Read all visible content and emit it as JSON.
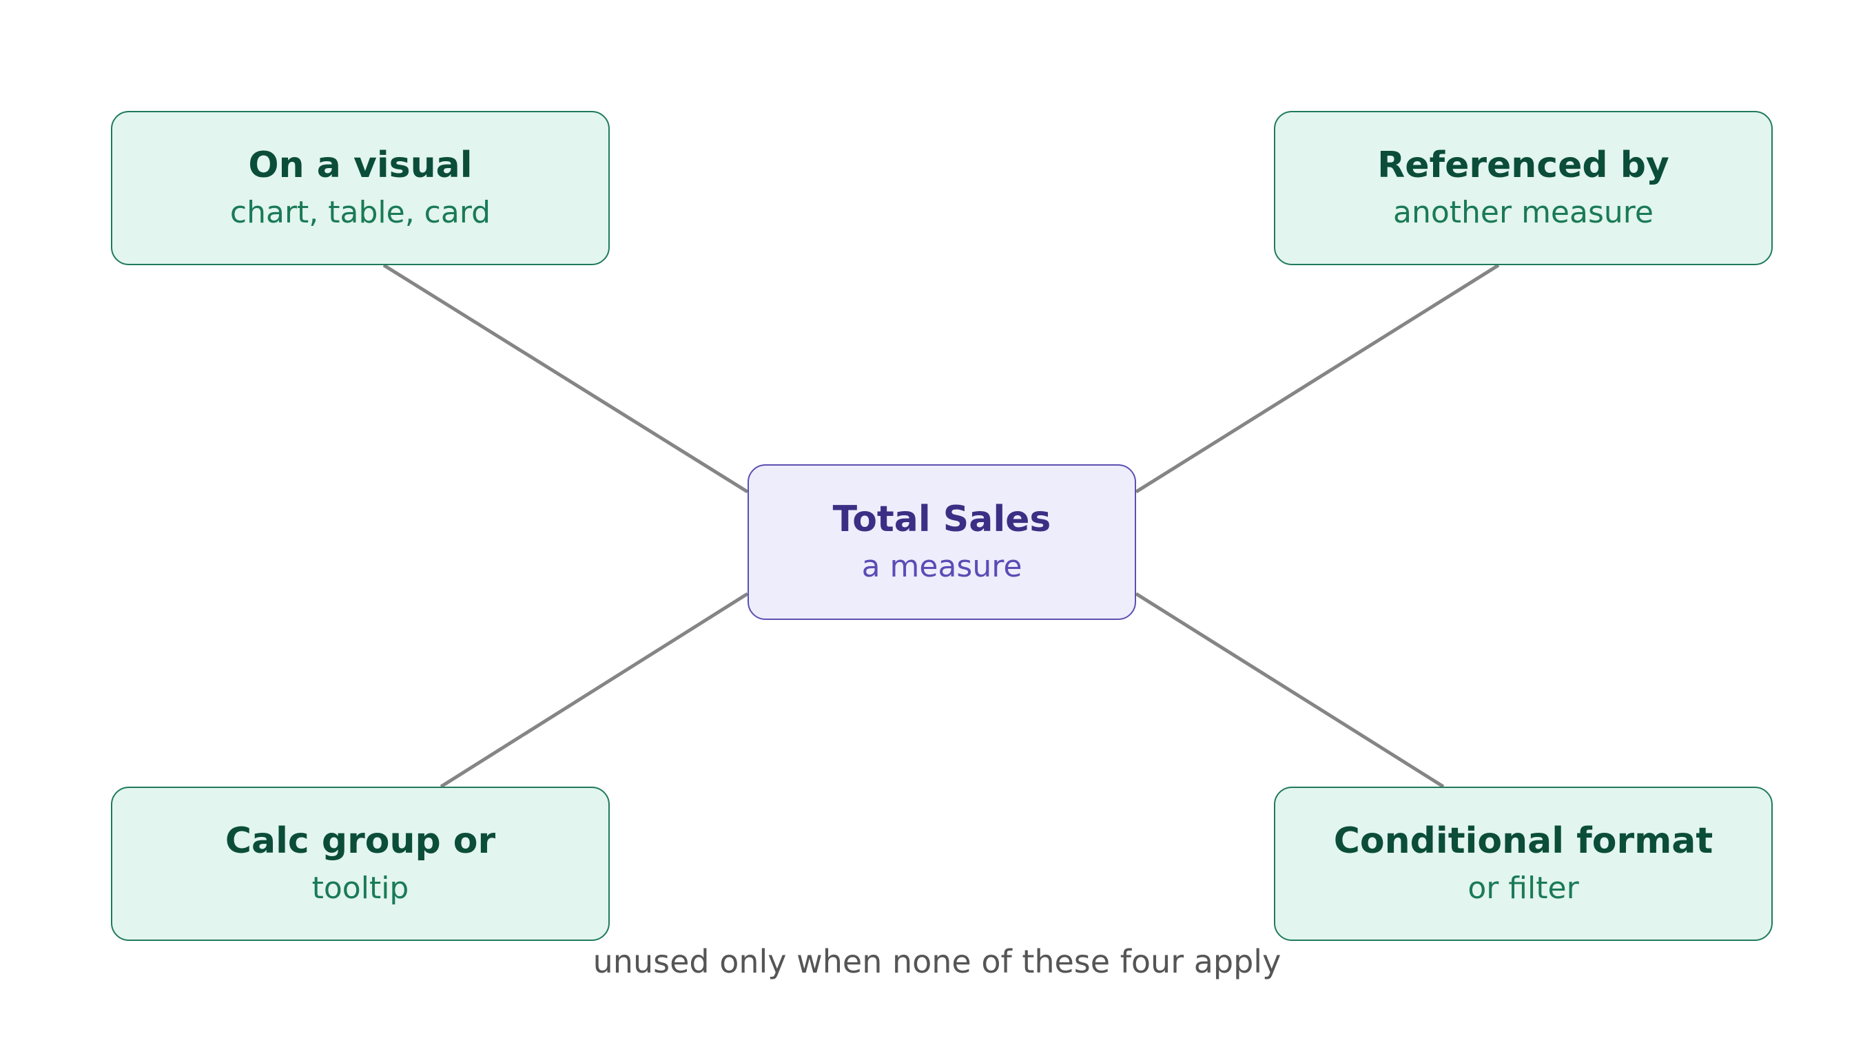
{
  "diagram": {
    "center": {
      "title": "Total Sales",
      "subtitle": "a measure",
      "fill_color": "#eeedfc",
      "border_color": "#5b4fb0"
    },
    "uses": [
      {
        "id": "visual",
        "title": "On a visual",
        "subtitle": "chart, table, card"
      },
      {
        "id": "referenced",
        "title": "Referenced by",
        "subtitle": "another measure"
      },
      {
        "id": "calc-group",
        "title": "Calc group or",
        "subtitle": "tooltip"
      },
      {
        "id": "conditional-format",
        "title": "Conditional format",
        "subtitle": "or filter"
      }
    ],
    "use_fill_color": "#e2f5ee",
    "use_border_color": "#1f7a5a",
    "connector_color": "#858585",
    "footnote": "unused only when none of these four apply"
  }
}
